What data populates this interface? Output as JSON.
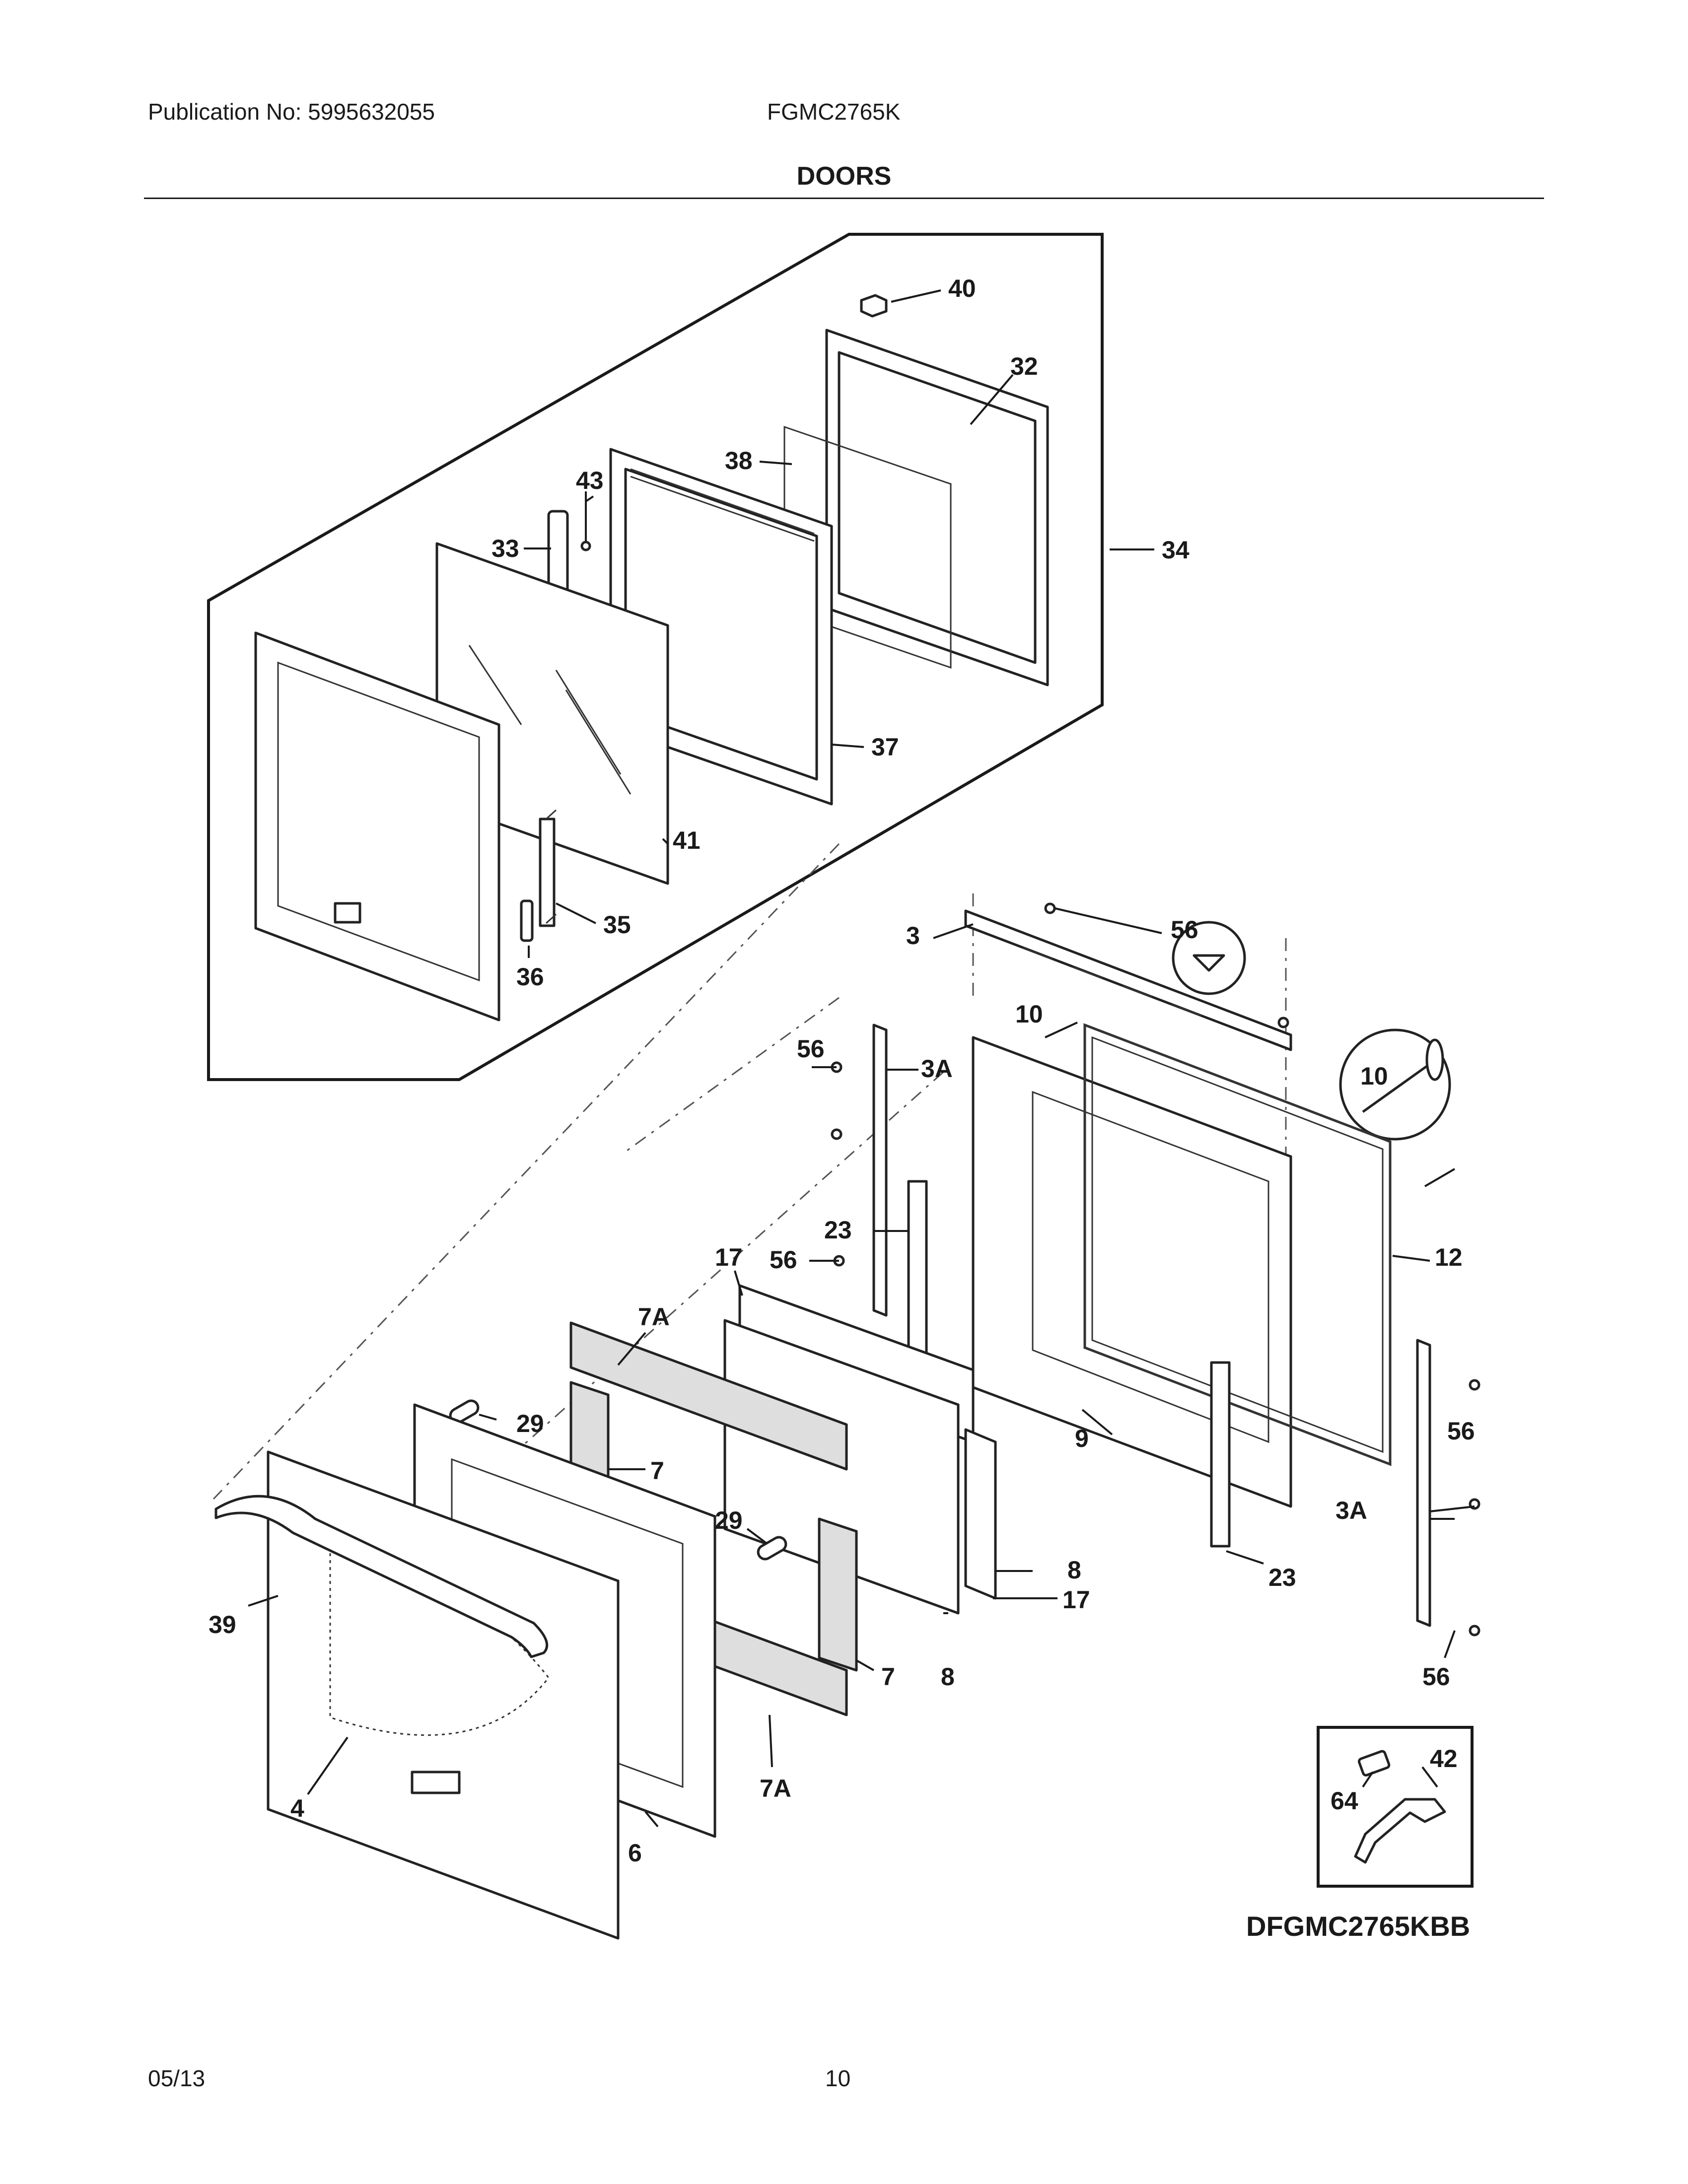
{
  "header": {
    "publication": "Publication No: 5995632055",
    "model": "FGMC2765K",
    "section_title": "DOORS"
  },
  "diagram": {
    "code": "DFGMC2765KBB",
    "callouts": [
      "40",
      "32",
      "38",
      "43",
      "33",
      "34",
      "37",
      "41",
      "35",
      "36",
      "3",
      "56",
      "10",
      "56",
      "3A",
      "10",
      "23",
      "17",
      "56",
      "12",
      "7A",
      "29",
      "7",
      "9",
      "29",
      "56",
      "3A",
      "8",
      "23",
      "17",
      "39",
      "7",
      "8",
      "56",
      "42",
      "64",
      "4",
      "7A",
      "6"
    ]
  },
  "footer": {
    "date": "05/13",
    "page": "10"
  }
}
